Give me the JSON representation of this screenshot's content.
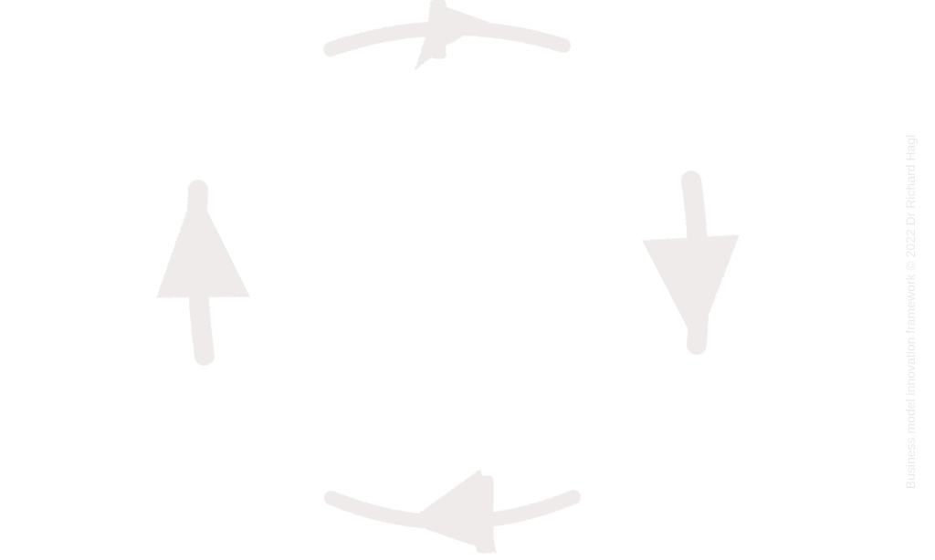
{
  "credit": {
    "text": "Business model innovation framework © 2022 Dr Richard Hagl"
  },
  "colors": {
    "background": "#ffffff",
    "arrow": "#efebeb",
    "credit": "#ece8e8"
  },
  "arrows": [
    {
      "id": "top",
      "direction": "right"
    },
    {
      "id": "right",
      "direction": "down"
    },
    {
      "id": "bottom",
      "direction": "left"
    },
    {
      "id": "left",
      "direction": "up"
    }
  ]
}
